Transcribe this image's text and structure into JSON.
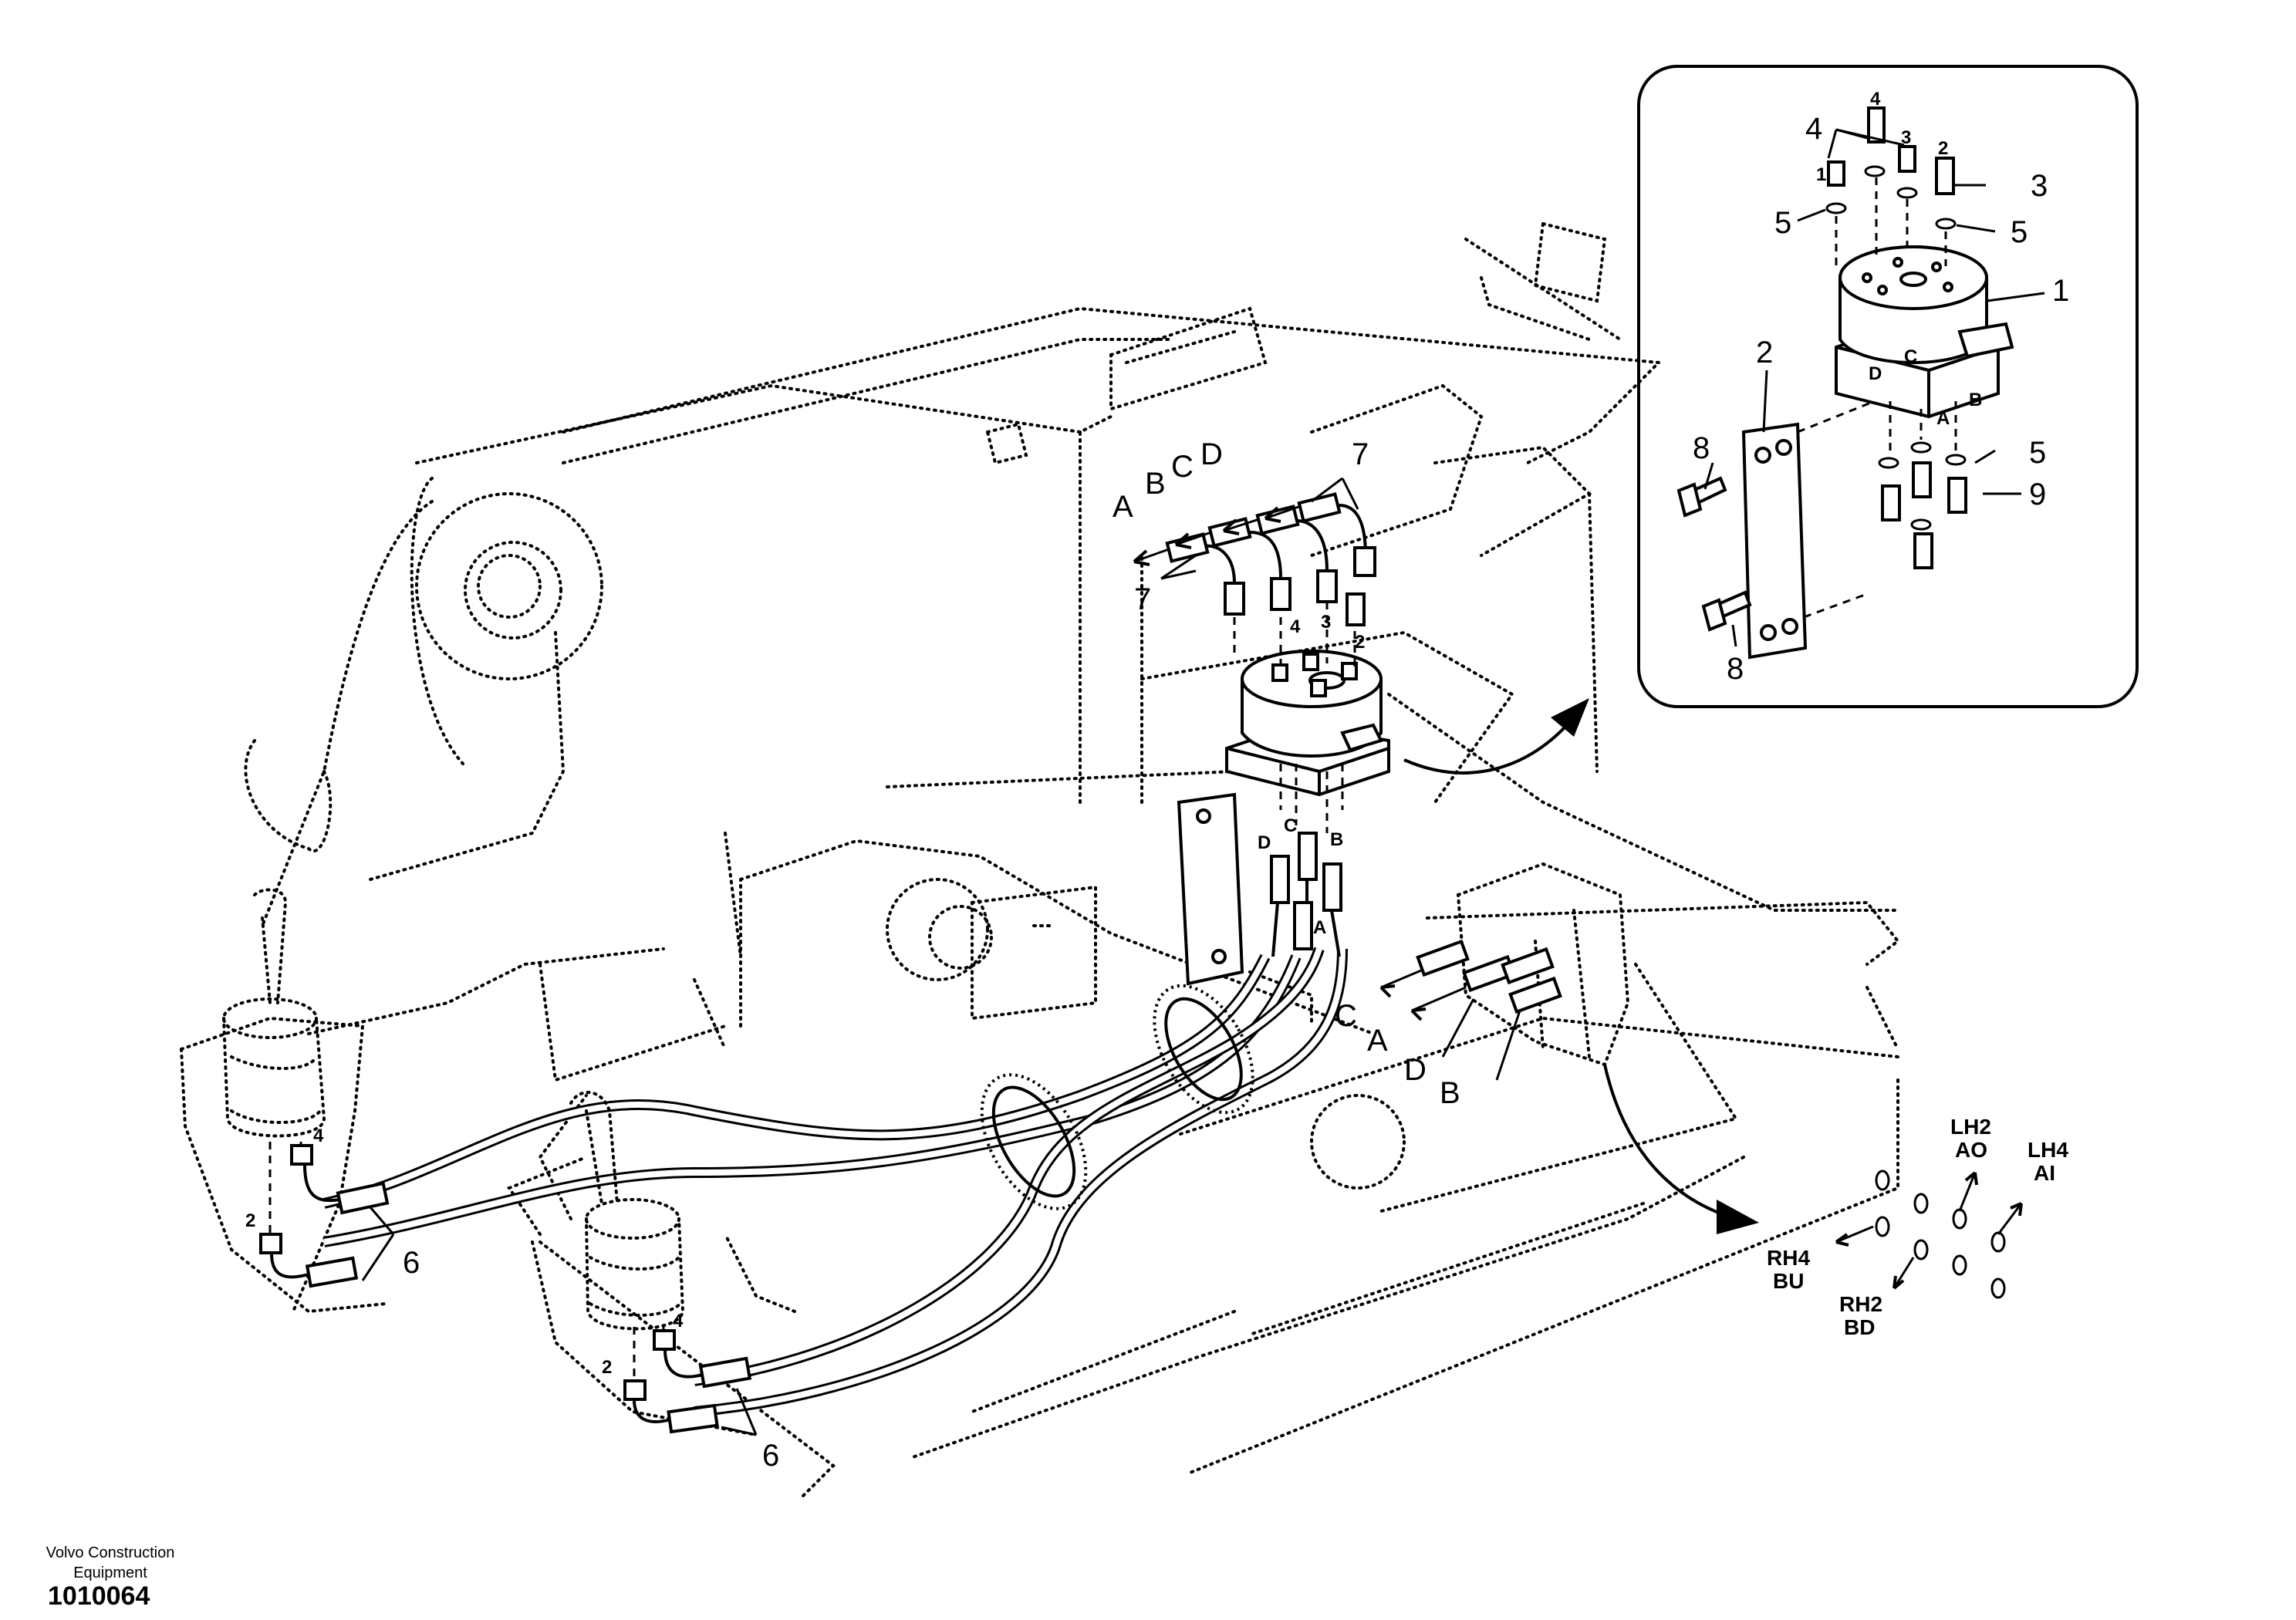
{
  "callouts": {
    "c1": "1",
    "c2": "2",
    "c3": "3",
    "c4": "4",
    "c5": "5",
    "c6": "6",
    "c7": "7",
    "c8": "8",
    "c9": "9"
  },
  "ports": {
    "a": "A",
    "b": "B",
    "c": "C",
    "d": "D"
  },
  "port_numbers": {
    "n1": "1",
    "n2": "2",
    "n3": "3",
    "n4": "4"
  },
  "connection_labels": {
    "lh2": "LH2",
    "ao": "AO",
    "lh4": "LH4",
    "ai": "AI",
    "rh4": "RH4",
    "bu": "BU",
    "rh2": "RH2",
    "bd": "BD"
  },
  "footer": {
    "brand_line1": "Volvo Construction",
    "brand_line2": "Equipment",
    "drawing_number": "1010064"
  }
}
